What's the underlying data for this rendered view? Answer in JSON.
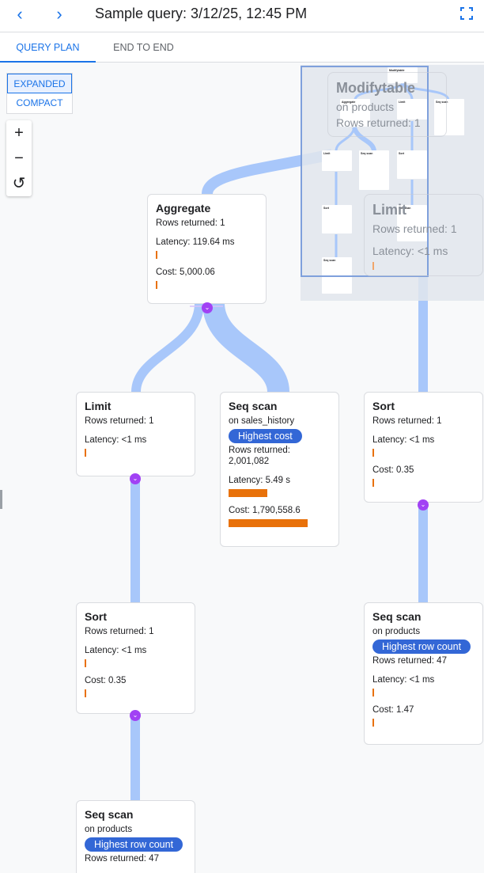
{
  "header": {
    "title": "Sample query: 3/12/25, 12:45 PM",
    "back_icon": "chevron-left-icon",
    "forward_icon": "chevron-right-icon",
    "fullscreen_icon": "fullscreen-icon"
  },
  "tabs": [
    {
      "label": "QUERY PLAN",
      "active": true
    },
    {
      "label": "END TO END",
      "active": false
    }
  ],
  "view_toggle": {
    "expanded": "EXPANDED",
    "compact": "COMPACT",
    "selected": "EXPANDED"
  },
  "zoom_controls": {
    "zoom_in": "+",
    "zoom_out": "−",
    "reset": "↺"
  },
  "colors": {
    "accent": "#1a73e8",
    "bar": "#e8710a",
    "badge": "#3367d6",
    "link": "#a8c7fa",
    "chevron": "#a142f4"
  },
  "nodes": {
    "modifytable": {
      "title": "Modifytable",
      "on": "on products",
      "rows": "Rows returned: 1"
    },
    "limit_r": {
      "title": "Limit",
      "rows": "Rows returned: 1",
      "latency": "Latency: <1 ms"
    },
    "aggregate": {
      "title": "Aggregate",
      "rows": "Rows returned: 1",
      "latency": "Latency: 119.64 ms",
      "cost": "Cost: 5,000.06"
    },
    "limit": {
      "title": "Limit",
      "rows": "Rows returned: 1",
      "latency": "Latency: <1 ms"
    },
    "seq_sales": {
      "title": "Seq scan",
      "on": "on sales_history",
      "badge": "Highest cost",
      "rows_label": "Rows returned:",
      "rows_value": "2,001,082",
      "latency": "Latency: 5.49 s",
      "cost": "Cost: 1,790,558.6"
    },
    "sort_r": {
      "title": "Sort",
      "rows": "Rows returned: 1",
      "latency": "Latency: <1 ms",
      "cost": "Cost: 0.35"
    },
    "sort_l": {
      "title": "Sort",
      "rows": "Rows returned: 1",
      "latency": "Latency: <1 ms",
      "cost": "Cost: 0.35"
    },
    "seq_products_r": {
      "title": "Seq scan",
      "on": "on products",
      "badge": "Highest row count",
      "rows": "Rows returned: 47",
      "latency": "Latency: <1 ms",
      "cost": "Cost: 1.47"
    },
    "seq_products_l": {
      "title": "Seq scan",
      "on": "on products",
      "badge": "Highest row count",
      "rows": "Rows returned: 47"
    }
  },
  "minimap": {
    "nodes": [
      "Modifytable",
      "Aggregate",
      "Limit",
      "Seq scan",
      "Limit",
      "Seq scan",
      "Sort",
      "Sort",
      "Seq scan",
      "Seq scan"
    ]
  }
}
